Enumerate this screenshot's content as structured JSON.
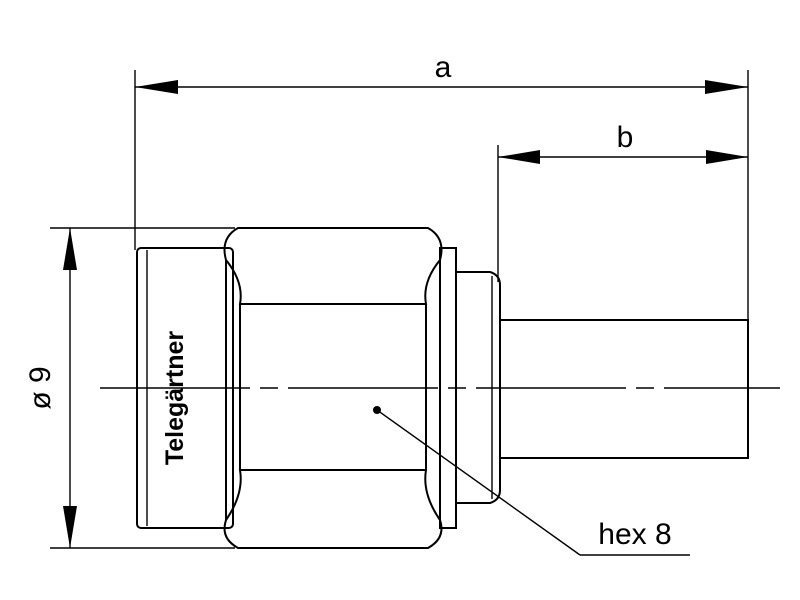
{
  "dimensions": {
    "a": "a",
    "b": "b",
    "diameter": "ø 9",
    "hex": "hex 8"
  },
  "brand": {
    "text": "Telegärtner"
  }
}
